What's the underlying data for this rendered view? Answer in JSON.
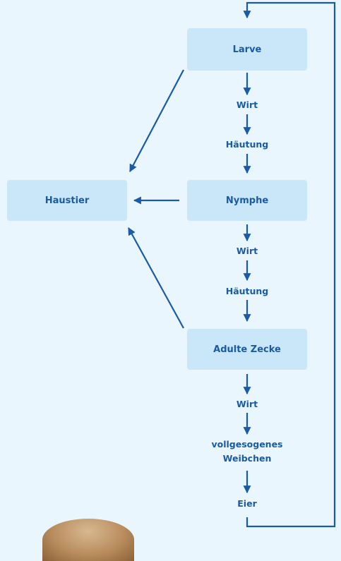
{
  "nodes": {
    "larve": "Larve",
    "nymphe": "Nymphe",
    "adulte_zecke": "Adulte Zecke",
    "haustier": "Haustier"
  },
  "steps": {
    "wirt_1": "Wirt",
    "haeutung_1": "Häutung",
    "wirt_2": "Wirt",
    "haeutung_2": "Häutung",
    "wirt_3": "Wirt",
    "vollgesogen_line1": "vollgesogenes",
    "vollgesogen_line2": "Weibchen",
    "eier": "Eier"
  },
  "colors": {
    "background": "#eaf6fd",
    "box_fill": "#c9e7f8",
    "text_and_arrows": "#1a5aa6"
  }
}
